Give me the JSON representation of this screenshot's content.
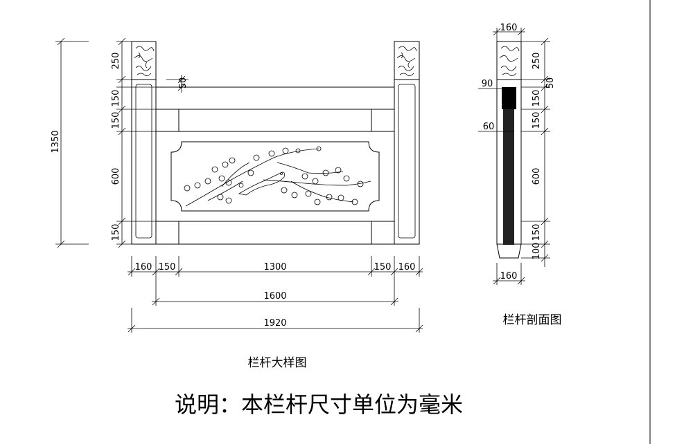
{
  "front_view": {
    "title": "栏杆大样图",
    "dims": {
      "overall_height": "1350",
      "post_cap": "250",
      "rail_offset": "50",
      "top_rail_1": "150",
      "top_rail_2": "150",
      "panel": "600",
      "bottom_rail": "150",
      "post_width_left": "160",
      "frame_left": "150",
      "panel_width": "1300",
      "frame_right": "150",
      "post_width_right": "160",
      "span_inner": "1600",
      "span_total": "1920"
    }
  },
  "section_view": {
    "title": "栏杆剖面图",
    "dims": {
      "top_width": "160",
      "cap": "250",
      "offset": "50",
      "rail_1": "150",
      "rail_2": "150",
      "panel": "600",
      "bottom_rail": "150",
      "base": "100",
      "inner_90": "90",
      "inner_60": "60",
      "bottom_width": "160"
    }
  },
  "note": "说明：本栏杆尺寸单位为毫米"
}
